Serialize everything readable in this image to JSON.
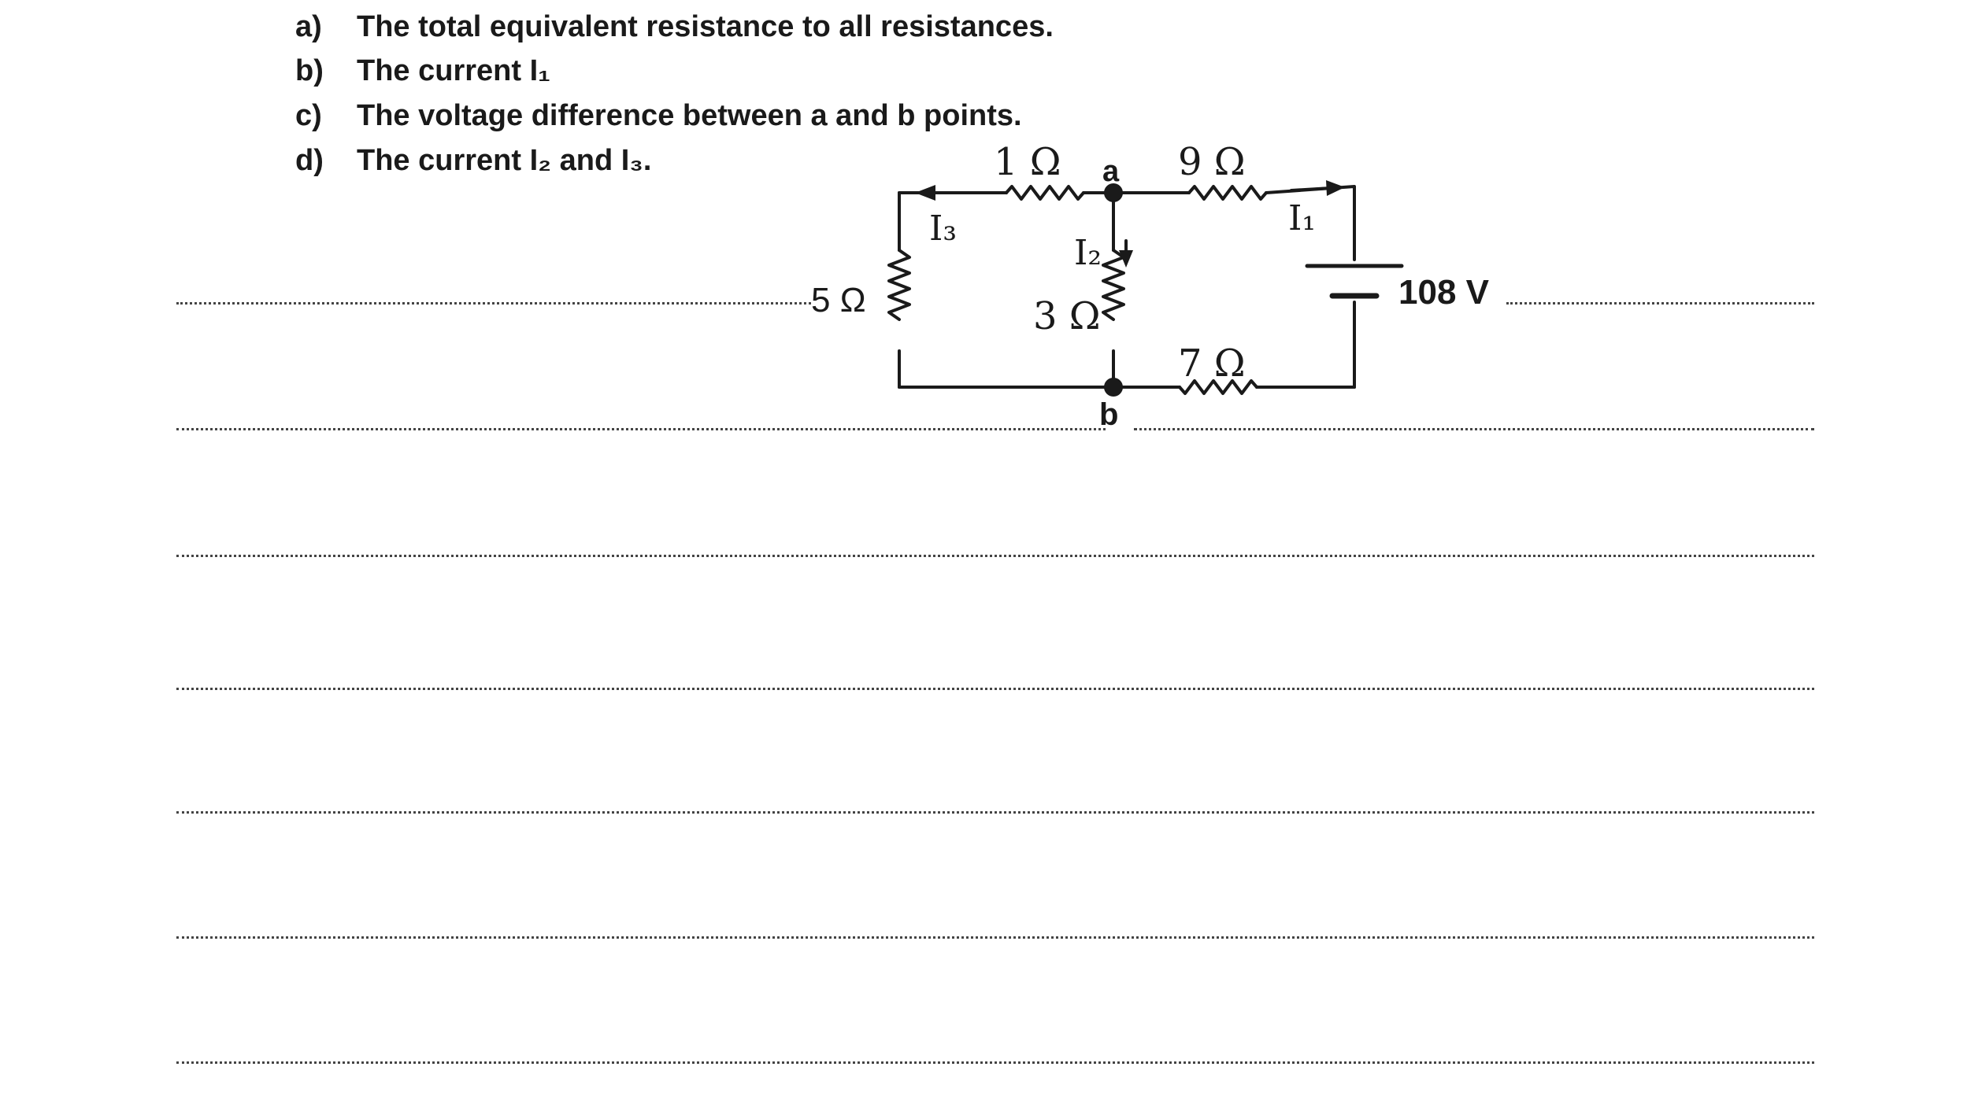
{
  "questions": [
    {
      "letter": "a)",
      "text": "The total equivalent resistance to all resistances."
    },
    {
      "letter": "b)",
      "text": "The current I₁"
    },
    {
      "letter": "c)",
      "text": "The voltage difference between a and b points."
    },
    {
      "letter": "d)",
      "text": "The current I₂ and I₃."
    }
  ],
  "circuit": {
    "r1": "1 Ω",
    "r9": "9 Ω",
    "r5": "5 Ω",
    "r3": "3 Ω",
    "r7": "7 Ω",
    "node_a": "a",
    "node_b": "b",
    "i1": "I₁",
    "i2": "I₂",
    "i3": "I₃",
    "voltage": "108 V"
  }
}
